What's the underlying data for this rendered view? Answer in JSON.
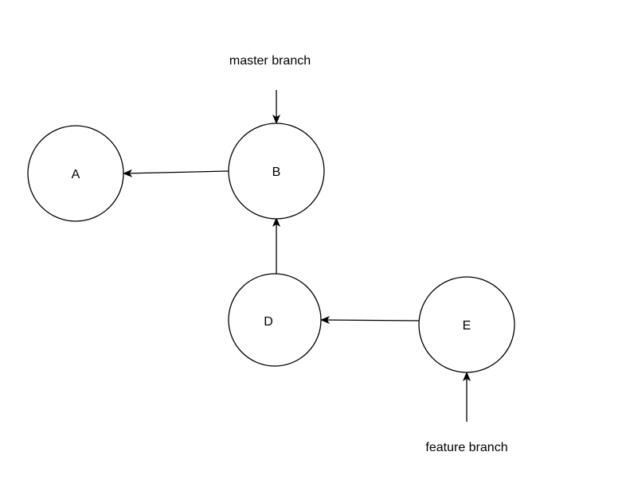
{
  "nodes": {
    "a": {
      "label": "A"
    },
    "b": {
      "label": "B"
    },
    "d": {
      "label": "D"
    },
    "e": {
      "label": "E"
    }
  },
  "branches": {
    "master": {
      "label": "master branch",
      "points_to": "B"
    },
    "feature": {
      "label": "feature branch",
      "points_to": "E"
    }
  },
  "edges": [
    {
      "from": "B",
      "to": "A"
    },
    {
      "from": "D",
      "to": "B"
    },
    {
      "from": "E",
      "to": "D"
    }
  ],
  "colors": {
    "stroke": "#000000",
    "background": "#ffffff"
  }
}
